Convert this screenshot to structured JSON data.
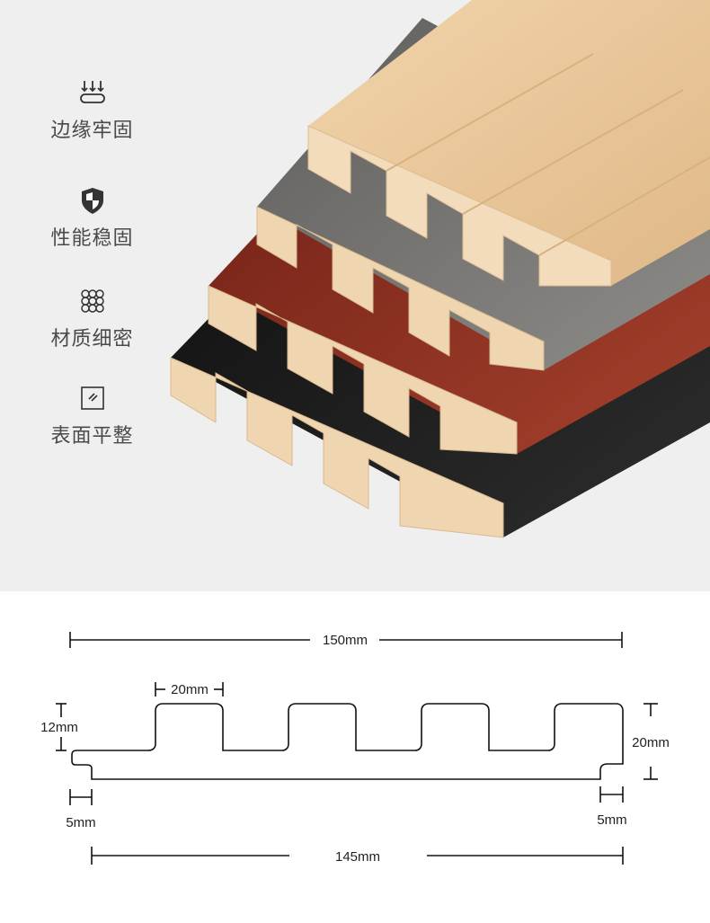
{
  "features": [
    {
      "icon": "clamp-icon",
      "label": "边缘牢固"
    },
    {
      "icon": "shield-icon",
      "label": "性能稳固"
    },
    {
      "icon": "texture-icon",
      "label": "材质细密"
    },
    {
      "icon": "flat-surface-icon",
      "label": "表面平整"
    }
  ],
  "board_colors": {
    "oak": "#e8c79b",
    "grey": "#7b7a78",
    "red": "#8e2b1f",
    "black": "#1c1c1c",
    "pine": "#efd5b0"
  },
  "dimensions": {
    "total_width": "150mm",
    "face_width": "145mm",
    "groove_width": "20mm",
    "groove_depth": "12mm",
    "thickness": "20mm",
    "tongue_left": "5mm",
    "tongue_right": "5mm"
  }
}
